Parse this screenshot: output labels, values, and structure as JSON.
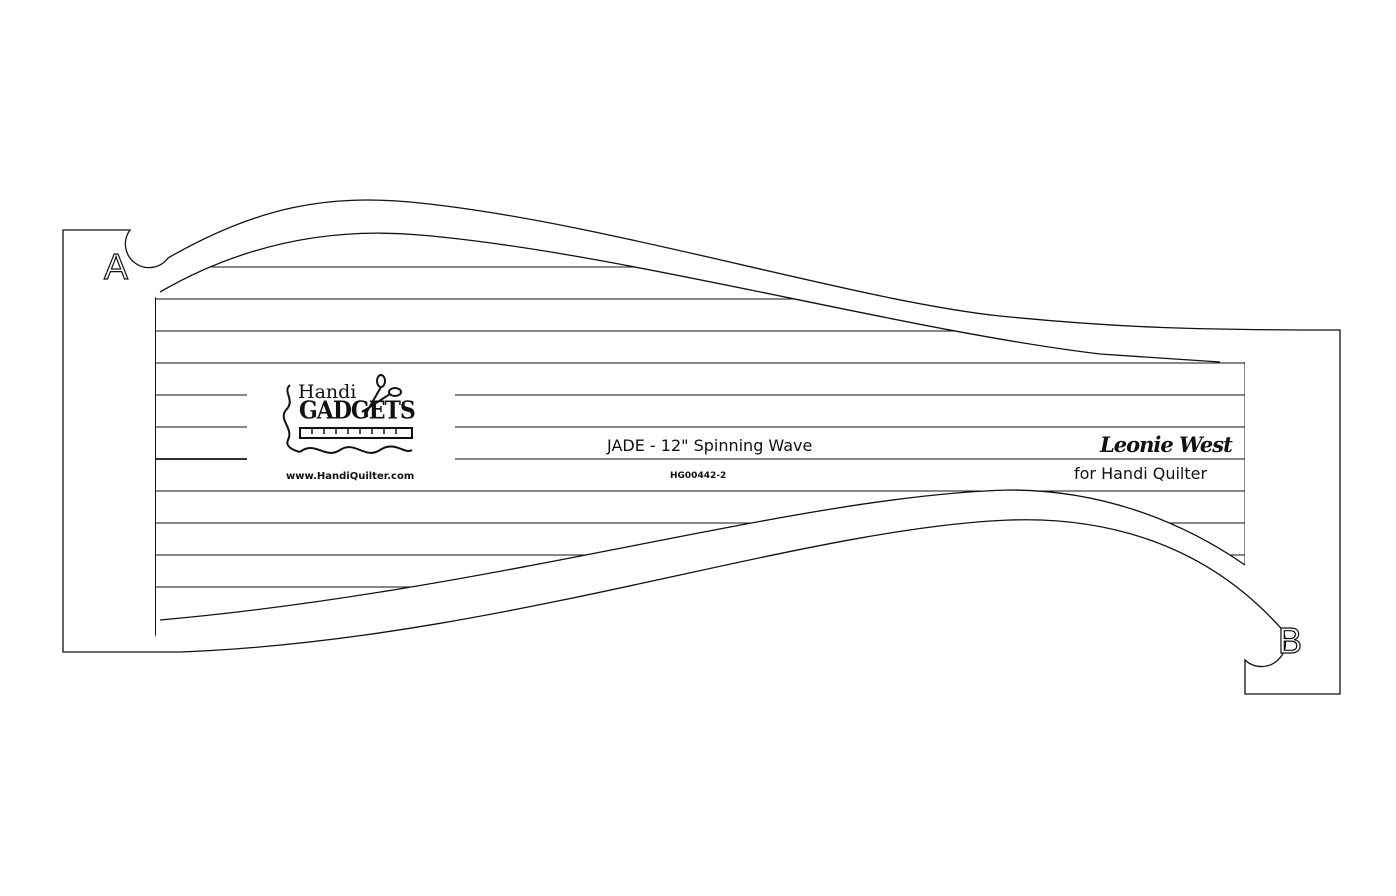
{
  "template": {
    "corner_labels": {
      "start": "A",
      "end": "B"
    },
    "product_title": "JADE - 12\" Spinning Wave",
    "product_code": "HG00442-2",
    "website": "www.HandiQuilter.com",
    "logo": {
      "line1": "Handi",
      "line2": "GADGETS"
    },
    "designer": "Leonie West",
    "designer_credit": "for Handi Quilter"
  }
}
